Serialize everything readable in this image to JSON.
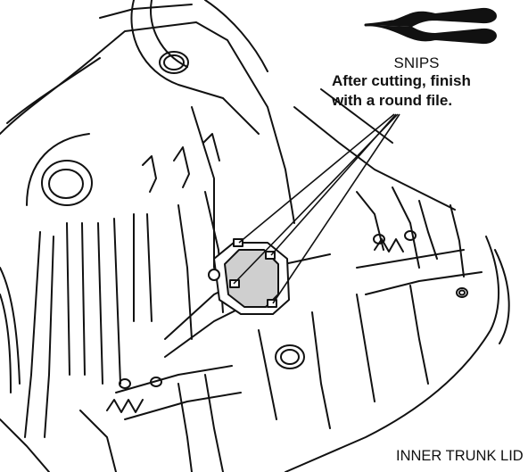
{
  "labels": {
    "tool": "SNIPS",
    "instruction_line1": "After cutting, finish",
    "instruction_line2": "with a round file.",
    "part": "INNER TRUNK LID"
  },
  "icons": {
    "tool": "snips-icon"
  },
  "colors": {
    "line": "#111111",
    "cut_area_fill": "#cfcfcf",
    "background": "#ffffff"
  }
}
